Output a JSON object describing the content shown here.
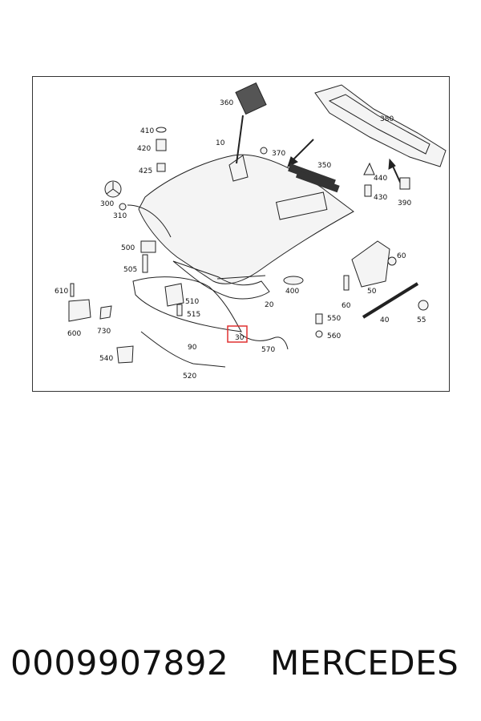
{
  "diagram": {
    "callouts": [
      "360",
      "380",
      "410",
      "420",
      "425",
      "10",
      "370",
      "350",
      "440",
      "430",
      "390",
      "300",
      "310",
      "500",
      "505",
      "60",
      "610",
      "50",
      "400",
      "600",
      "730",
      "510",
      "515",
      "20",
      "60",
      "40",
      "55",
      "550",
      "560",
      "540",
      "90",
      "30",
      "570",
      "520"
    ],
    "highlighted_callout": "30"
  },
  "caption": {
    "part_number": "0009907892",
    "brand": "MERCEDES"
  }
}
